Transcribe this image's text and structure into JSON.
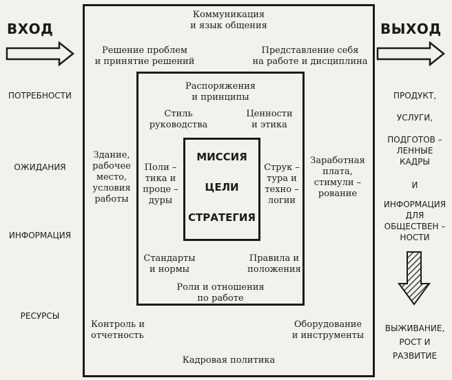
{
  "input": {
    "heading": "ВХОД",
    "items": [
      "ПОТРЕБНОСТИ",
      "ОЖИДАНИЯ",
      "ИНФОРМАЦИЯ",
      "РЕСУРСЫ"
    ]
  },
  "output": {
    "heading": "ВЫХОД",
    "products": "ПРОДУКТ,",
    "services": "УСЛУГИ,",
    "trained_1": "ПОДГОТОВ –",
    "trained_2": "ЛЕННЫЕ",
    "trained_3": "КАДРЫ",
    "and": "И",
    "info_1": "ИНФОРМАЦИЯ",
    "info_2": "ДЛЯ",
    "info_3": "ОБЩЕСТВЕН –",
    "info_4": "НОСТИ",
    "result_1": "ВЫЖИВАНИЕ,",
    "result_2": "РОСТ И",
    "result_3": "РАЗВИТИЕ"
  },
  "outer": {
    "top_1": "Коммуникация",
    "top_2": "и язык общения",
    "tl_1": "Решение проблем",
    "tl_2": "и принятие решений",
    "tr_1": "Представление себя",
    "tr_2": "на работе и дисциплина",
    "left_1": "Здание,",
    "left_2": "рабочее",
    "left_3": "место,",
    "left_4": "условия",
    "left_5": "работы",
    "right_1": "Заработная",
    "right_2": "плата,",
    "right_3": "стимули –",
    "right_4": "рование",
    "bl_1": "Контроль и",
    "bl_2": "отчетность",
    "br_1": "Оборудование",
    "br_2": "и инструменты",
    "bottom": "Кадровая политика"
  },
  "middle": {
    "top_1": "Распоряжения",
    "top_2": "и принципы",
    "tl_1": "Стиль",
    "tl_2": "руководства",
    "tr_1": "Ценности",
    "tr_2": "и этика",
    "left_1": "Поли –",
    "left_2": "тика и",
    "left_3": "проце –",
    "left_4": "дуры",
    "right_1": "Струк –",
    "right_2": "тура и",
    "right_3": "техно –",
    "right_4": "логии",
    "bl_1": "Стандарты",
    "bl_2": "и нормы",
    "br_1": "Правила и",
    "br_2": "положения",
    "bottom_1": "Роли и отношения",
    "bottom_2": "по работе"
  },
  "core": {
    "mission": "МИССИЯ",
    "goals": "ЦЕЛИ",
    "strategy": "СТРАТЕГИЯ"
  }
}
